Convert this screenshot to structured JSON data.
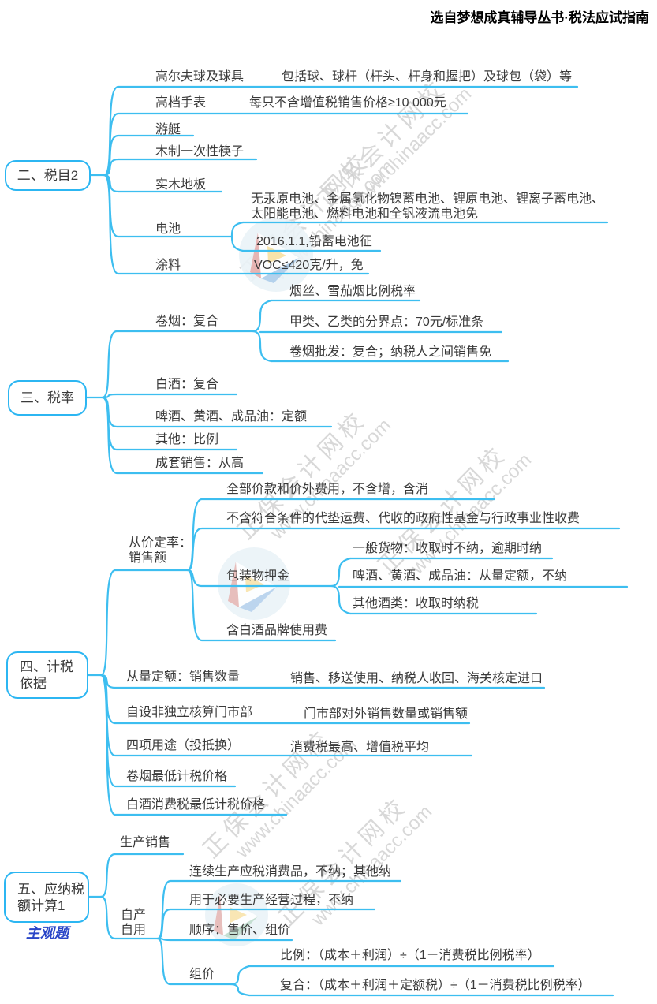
{
  "header": {
    "title": "选自梦想成真辅导丛书·税法应试指南"
  },
  "watermark": {
    "name": "正保会计网校",
    "url": "www.chinaacc.com"
  },
  "colors": {
    "branch_line": "#3dbef0",
    "node_border": "#2cb6f2",
    "text": "#3a3a3a",
    "badge_blue": "#2a46c8",
    "watermark_gray": "#cfcfcf"
  },
  "nodes": {
    "n2": "二、税目2",
    "n3": "三、税率",
    "n4": "四、计税依据",
    "n5": "五、应纳税额计算1"
  },
  "badge": "主观题",
  "s2": {
    "golf": "高尔夫球及球具",
    "golf_note": "包括球、球杆（杆头、杆身和握把）及球包（袋）等",
    "watch": "高档手表",
    "watch_note": "每只不含增值税销售价格≥10 000元",
    "yacht": "游艇",
    "chopsticks": "木制一次性筷子",
    "floor": "实木地板",
    "battery": "电池",
    "battery_free": "无汞原电池、金属氢化物镍蓄电池、锂原电池、锂离子蓄电池、太阳能电池、燃料电池和全钒液流电池免",
    "battery_levy": "2016.1.1,铅蓄电池征",
    "paint": "涂料",
    "paint_note": "VOC≤420克/升，免"
  },
  "s3": {
    "cigarette": "卷烟：复合",
    "cig_c1": "烟丝、雪茄烟比例税率",
    "cig_c2": "甲类、乙类的分界点：70元/标准条",
    "cig_c3": "卷烟批发：复合；纳税人之间销售免",
    "baijiu": "白酒：复合",
    "beer": "啤酒、黄酒、成品油：定额",
    "other": "其他：比例",
    "set_sale": "成套销售：从高"
  },
  "s4": {
    "advalorem": "从价定率：销售额",
    "av_c1": "全部价款和价外费用，不含增，含消",
    "av_c2": "不含符合条件的代垫运费、代收的政府性基金与行政事业性收费",
    "deposit": "包装物押金",
    "dep_c1": "一般货物：收取时不纳，逾期时纳",
    "dep_c2": "啤酒、黄酒、成品油：从量定额，不纳",
    "dep_c3": "其他酒类：收取时纳税",
    "brandfee": "含白酒品牌使用费",
    "specific": "从量定额：销售数量",
    "specific_note": "销售、移送使用、纳税人收回、海关核定进口",
    "store": "自设非独立核算门市部",
    "store_note": "门市部对外销售数量或销售额",
    "fouruse": "四项用途（投抵换）",
    "fouruse_note": "消费税最高、增值税平均",
    "cig_min": "卷烟最低计税价格",
    "baijiu_min": "白酒消费税最低计税价格"
  },
  "s5": {
    "produce_sale": "生产销售",
    "selfuse": "自产自用",
    "su_c1": "连续生产应税消费品，不纳；其他纳",
    "su_c2": "用于必要生产经营过程，不纳",
    "su_c3": "顺序：售价、组价",
    "composed": "组价",
    "cp_c1": "比例：（成本＋利润）÷（1－消费税比例税率）",
    "cp_c2": "复合：（成本＋利润＋定额税）÷（1－消费税比例税率）"
  }
}
